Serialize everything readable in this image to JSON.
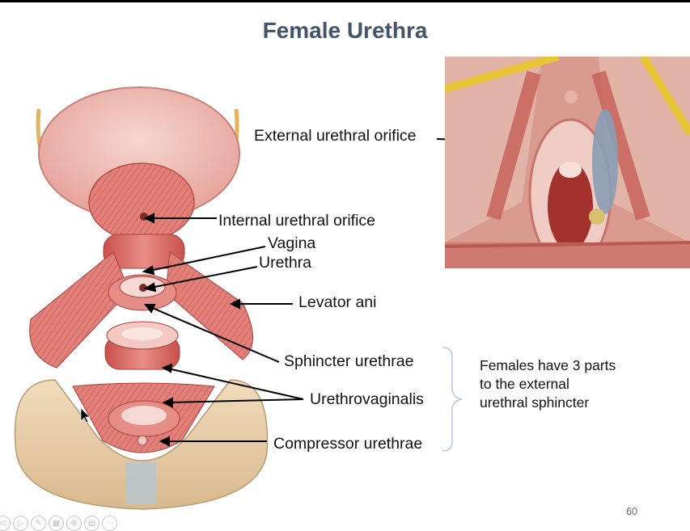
{
  "slide": {
    "title": "Female Urethra",
    "page_number": "60"
  },
  "labels": {
    "external_urethral_orifice": "External urethral orifice",
    "internal_urethral_orifice": "Internal urethral orifice",
    "vagina": "Vagina",
    "urethra": "Urethra",
    "levator_ani": "Levator ani",
    "sphincter_urethrae": "Sphincter urethrae",
    "urethrovaginalis": "Urethrovaginalis",
    "compressor_urethrae": "Compressor urethrae"
  },
  "note": {
    "text": "Females have 3 parts to the external urethral sphincter"
  },
  "toolbar": {
    "icons": [
      "play-back-icon",
      "play-icon",
      "pen-icon",
      "slides-icon",
      "zoom-icon",
      "subtitles-icon",
      "more-icon"
    ]
  },
  "colors": {
    "title": "#44546a",
    "muscle": "#d9706a",
    "bone": "#e8cfa8"
  }
}
